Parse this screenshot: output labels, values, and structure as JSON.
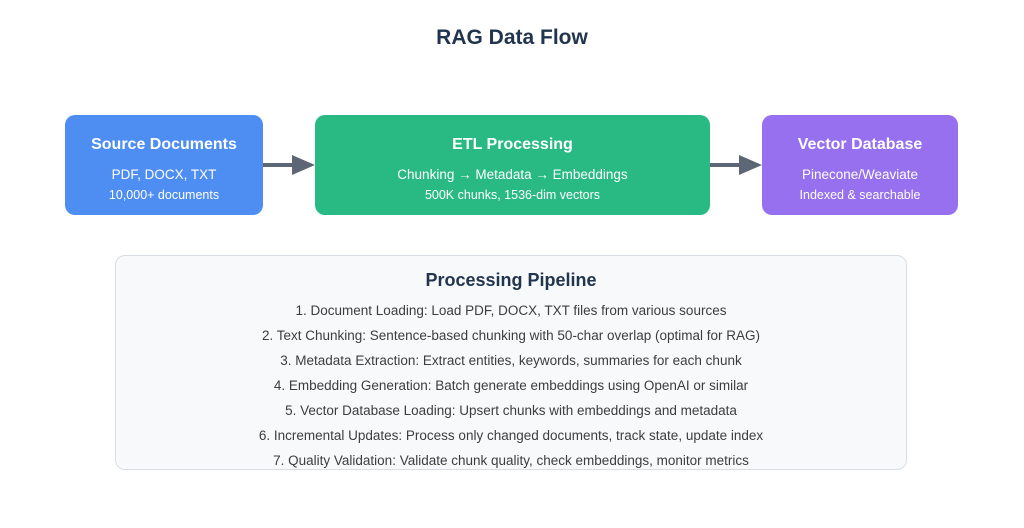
{
  "page": {
    "title": "RAG Data Flow"
  },
  "colors": {
    "title_text": "#22354f",
    "arrow": "#5d6675",
    "source_box": "#4e8ef2",
    "etl_box": "#29ba84",
    "vector_box": "#9670ee",
    "pipeline_bg": "#f8f9fb",
    "pipeline_border": "#d9dde4",
    "box_text": "#ffffff"
  },
  "flow": {
    "boxes": [
      {
        "title": "Source Documents",
        "line1": "PDF, DOCX, TXT",
        "line2": "10,000+ documents",
        "color": "#4e8ef2"
      },
      {
        "title": "ETL Processing",
        "line1": "Chunking → Metadata → Embeddings",
        "line2": "500K chunks, 1536-dim vectors",
        "color": "#29ba84"
      },
      {
        "title": "Vector Database",
        "line1": "Pinecone/Weaviate",
        "line2": "Indexed & searchable",
        "color": "#9670ee"
      }
    ]
  },
  "pipeline": {
    "heading": "Processing Pipeline",
    "items": [
      "1. Document Loading: Load PDF, DOCX, TXT files from various sources",
      "2. Text Chunking: Sentence-based chunking with 50-char overlap (optimal for RAG)",
      "3. Metadata Extraction: Extract entities, keywords, summaries for each chunk",
      "4. Embedding Generation: Batch generate embeddings using OpenAI or similar",
      "5. Vector Database Loading: Upsert chunks with embeddings and metadata",
      "6. Incremental Updates: Process only changed documents, track state, update index",
      "7. Quality Validation: Validate chunk quality, check embeddings, monitor metrics"
    ]
  }
}
